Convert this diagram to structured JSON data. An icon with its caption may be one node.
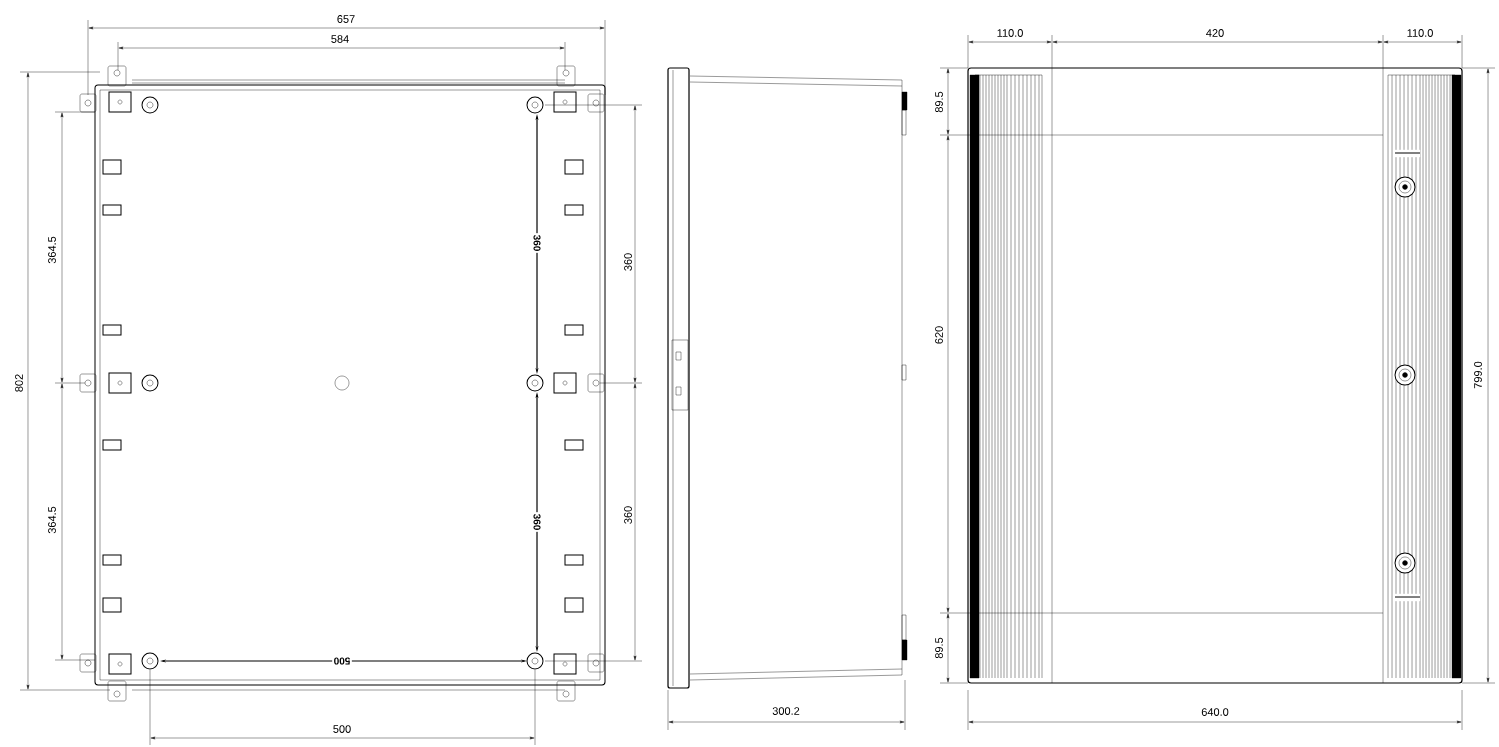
{
  "diagram": {
    "labels": [
      "657",
      "584",
      "802",
      "364.5",
      "364.5",
      "360",
      "360",
      "360",
      "360",
      "500",
      "500",
      "300.2",
      "110.0",
      "420",
      "110.0",
      "89.5",
      "620",
      "89.5",
      "799.0",
      "640.0"
    ]
  }
}
